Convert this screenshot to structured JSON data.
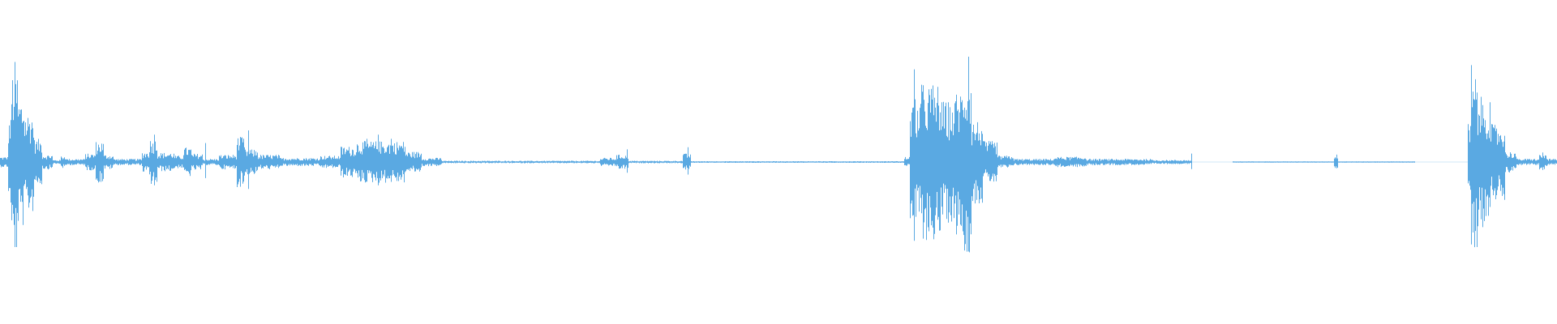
{
  "colors": {
    "background": "#ffffff",
    "waveform": "#5aa9e2"
  },
  "waveform": {
    "description_kind": "audio-amplitude",
    "sample_count": 1920,
    "baseline_amplitude": 0.008,
    "segments": [
      {
        "from": 0,
        "to": 10,
        "amp": 0.05
      },
      {
        "from": 10,
        "to": 14,
        "amp": 0.42
      },
      {
        "from": 14,
        "to": 22,
        "amp": 0.88
      },
      {
        "from": 22,
        "to": 30,
        "amp": 0.62
      },
      {
        "from": 30,
        "to": 42,
        "amp": 0.48
      },
      {
        "from": 42,
        "to": 52,
        "amp": 0.22
      },
      {
        "from": 52,
        "to": 65,
        "amp": 0.07
      },
      {
        "from": 65,
        "to": 75,
        "amp": 0.02
      },
      {
        "from": 75,
        "to": 82,
        "amp": 0.06
      },
      {
        "from": 82,
        "to": 105,
        "amp": 0.03
      },
      {
        "from": 105,
        "to": 118,
        "amp": 0.08
      },
      {
        "from": 118,
        "to": 128,
        "amp": 0.2
      },
      {
        "from": 128,
        "to": 140,
        "amp": 0.07
      },
      {
        "from": 140,
        "to": 175,
        "amp": 0.03
      },
      {
        "from": 175,
        "to": 184,
        "amp": 0.1
      },
      {
        "from": 184,
        "to": 194,
        "amp": 0.22
      },
      {
        "from": 194,
        "to": 215,
        "amp": 0.09
      },
      {
        "from": 215,
        "to": 226,
        "amp": 0.06
      },
      {
        "from": 226,
        "to": 236,
        "amp": 0.14
      },
      {
        "from": 236,
        "to": 250,
        "amp": 0.08
      },
      {
        "from": 250,
        "to": 270,
        "amp": 0.03
      },
      {
        "from": 270,
        "to": 292,
        "amp": 0.07
      },
      {
        "from": 292,
        "to": 302,
        "amp": 0.24
      },
      {
        "from": 302,
        "to": 318,
        "amp": 0.12
      },
      {
        "from": 318,
        "to": 345,
        "amp": 0.07
      },
      {
        "from": 345,
        "to": 368,
        "amp": 0.04
      },
      {
        "from": 368,
        "to": 395,
        "amp": 0.04
      },
      {
        "from": 395,
        "to": 420,
        "amp": 0.06
      },
      {
        "from": 420,
        "to": 440,
        "amp": 0.15
      },
      {
        "from": 440,
        "to": 500,
        "amp": 0.2
      },
      {
        "from": 500,
        "to": 520,
        "amp": 0.1
      },
      {
        "from": 520,
        "to": 545,
        "amp": 0.04
      },
      {
        "from": 545,
        "to": 740,
        "amp": 0.012
      },
      {
        "from": 740,
        "to": 760,
        "amp": 0.04
      },
      {
        "from": 760,
        "to": 775,
        "amp": 0.07
      },
      {
        "from": 775,
        "to": 842,
        "amp": 0.012
      },
      {
        "from": 842,
        "to": 852,
        "amp": 0.08
      },
      {
        "from": 852,
        "to": 1115,
        "amp": 0.008
      },
      {
        "from": 1115,
        "to": 1122,
        "amp": 0.05
      },
      {
        "from": 1122,
        "to": 1135,
        "amp": 0.6
      },
      {
        "from": 1135,
        "to": 1160,
        "amp": 0.75
      },
      {
        "from": 1160,
        "to": 1178,
        "amp": 0.58
      },
      {
        "from": 1178,
        "to": 1188,
        "amp": 0.7
      },
      {
        "from": 1188,
        "to": 1198,
        "amp": 0.86
      },
      {
        "from": 1198,
        "to": 1212,
        "amp": 0.4
      },
      {
        "from": 1212,
        "to": 1230,
        "amp": 0.2
      },
      {
        "from": 1230,
        "to": 1250,
        "amp": 0.06
      },
      {
        "from": 1250,
        "to": 1300,
        "amp": 0.03
      },
      {
        "from": 1300,
        "to": 1340,
        "amp": 0.05
      },
      {
        "from": 1340,
        "to": 1420,
        "amp": 0.03
      },
      {
        "from": 1420,
        "to": 1470,
        "amp": 0.02
      },
      {
        "from": 1470,
        "to": 1520,
        "amp": 0.0
      },
      {
        "from": 1520,
        "to": 1645,
        "amp": 0.006
      },
      {
        "from": 1645,
        "to": 1650,
        "amp": 0.06
      },
      {
        "from": 1650,
        "to": 1745,
        "amp": 0.006
      },
      {
        "from": 1745,
        "to": 1810,
        "amp": 0.0
      },
      {
        "from": 1810,
        "to": 1814,
        "amp": 0.4
      },
      {
        "from": 1814,
        "to": 1822,
        "amp": 0.82
      },
      {
        "from": 1822,
        "to": 1838,
        "amp": 0.62
      },
      {
        "from": 1838,
        "to": 1856,
        "amp": 0.36
      },
      {
        "from": 1856,
        "to": 1870,
        "amp": 0.1
      },
      {
        "from": 1870,
        "to": 1898,
        "amp": 0.03
      },
      {
        "from": 1898,
        "to": 1908,
        "amp": 0.07
      },
      {
        "from": 1908,
        "to": 1920,
        "amp": 0.03
      }
    ],
    "spikes": [
      {
        "at": 18,
        "amp": 0.95
      },
      {
        "at": 190,
        "amp": 0.26
      },
      {
        "at": 253,
        "amp": 0.18
      },
      {
        "at": 306,
        "amp": 0.3
      },
      {
        "at": 452,
        "amp": 0.22
      },
      {
        "at": 466,
        "amp": 0.26
      },
      {
        "at": 482,
        "amp": 0.22
      },
      {
        "at": 773,
        "amp": 0.12
      },
      {
        "at": 848,
        "amp": 0.14
      },
      {
        "at": 1127,
        "amp": 0.88
      },
      {
        "at": 1194,
        "amp": 1.0
      },
      {
        "at": 1469,
        "amp": 0.08
      },
      {
        "at": 1648,
        "amp": 0.07
      },
      {
        "at": 1814,
        "amp": 0.92
      },
      {
        "at": 1902,
        "amp": 0.09
      }
    ]
  }
}
